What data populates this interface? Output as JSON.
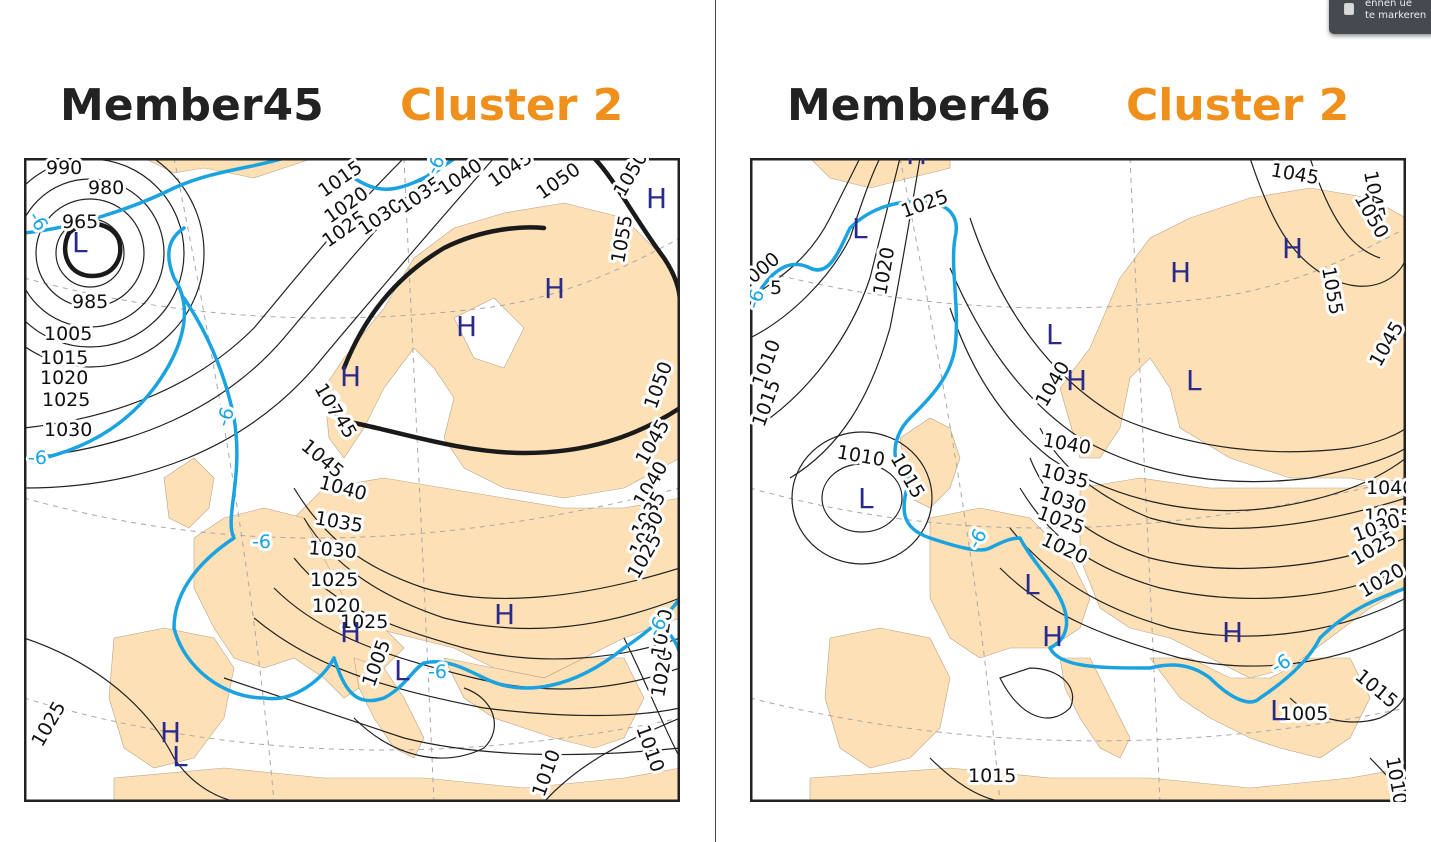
{
  "colors": {
    "land": "#fde0b5",
    "sea": "#ffffff",
    "isobar": "#222222",
    "isotherm": "#1aa3e0",
    "center_letter": "#2a2a8c",
    "cluster": "#f0901c",
    "grid": "#a8a8a8"
  },
  "tooltip": {
    "icon": "document-icon",
    "line1": "ennen ue",
    "line2": "te markeren"
  },
  "panels": [
    {
      "member_title": "Member45",
      "cluster_title": "Cluster 2",
      "isobar_labels": [
        "990",
        "980",
        "965",
        "985",
        "1005",
        "1015",
        "1020",
        "1025",
        "1030",
        "1015",
        "1020",
        "1025",
        "1030",
        "1035",
        "1040",
        "1045",
        "1050",
        "1050",
        "1055",
        "1050",
        "1045",
        "1040",
        "1035",
        "1030",
        "1025",
        "1020",
        "1045",
        "1040",
        "1035",
        "1030",
        "1025",
        "1020",
        "1005",
        "1025",
        "1010",
        "1020",
        "1010",
        "1045",
        "107",
        "1025"
      ],
      "isotherm_labels": [
        "-6",
        "-6",
        "-6",
        "-6",
        "-6",
        "-6",
        "-6"
      ],
      "pressure_centers": [
        "L",
        "H",
        "H",
        "H",
        "H",
        "H",
        "H",
        "H",
        "L",
        "L"
      ]
    },
    {
      "member_title": "Member46",
      "cluster_title": "Cluster 2",
      "isobar_labels": [
        "1045",
        "1045",
        "1050",
        "1025",
        "1000",
        "5",
        "1020",
        "1055",
        "1010",
        "1015",
        "1045",
        "1040",
        "1040",
        "1035",
        "1030",
        "1025",
        "1020",
        "1010",
        "1015",
        "1040",
        "1035",
        "1030",
        "1025",
        "1020",
        "1005",
        "1015",
        "1015",
        "1010"
      ],
      "isotherm_labels": [
        "-6",
        "-6",
        "-6"
      ],
      "pressure_centers": [
        "H",
        "L",
        "H",
        "H",
        "L",
        "H",
        "L",
        "L",
        "L",
        "H",
        "H",
        "L"
      ]
    }
  ]
}
